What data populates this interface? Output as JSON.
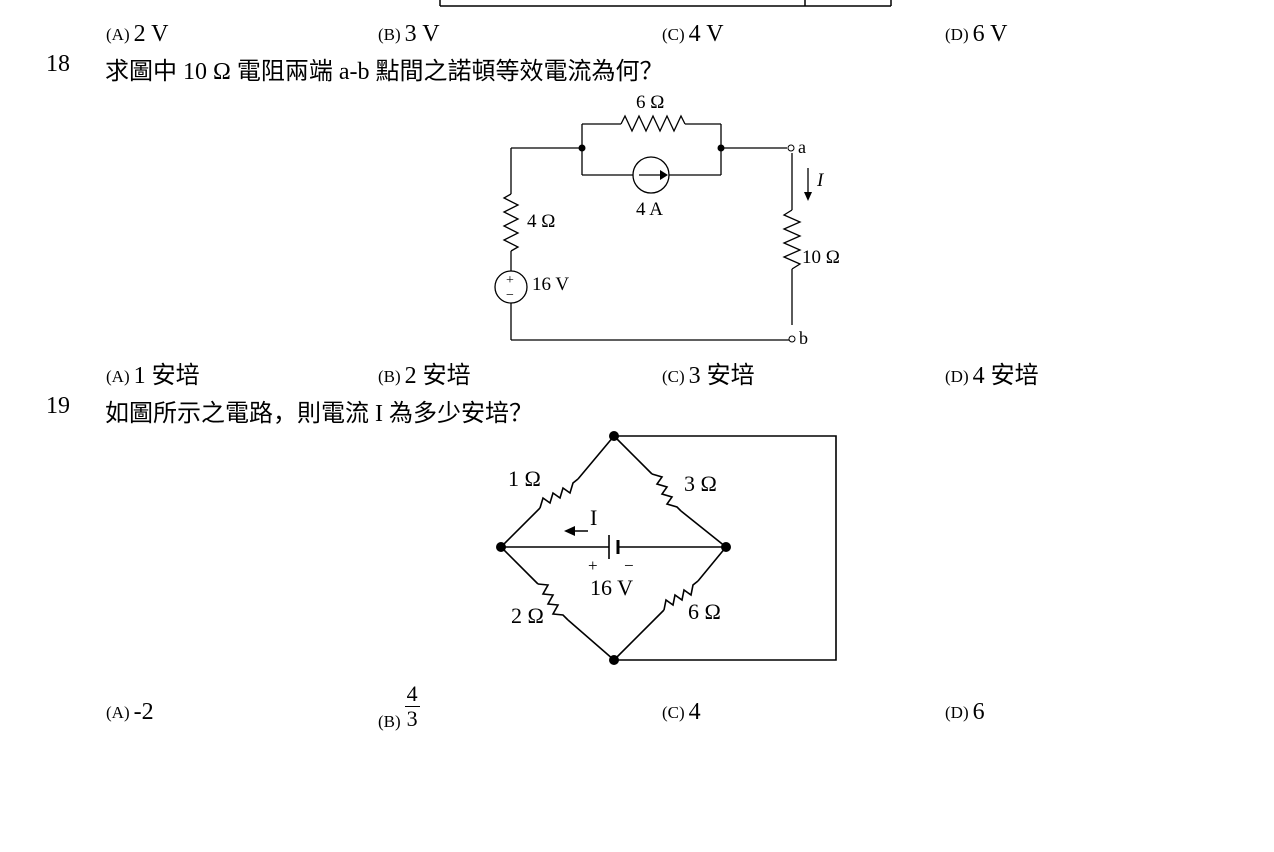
{
  "q17_options": [
    {
      "label": "(A)",
      "value": "2 V"
    },
    {
      "label": "(B)",
      "value": "3 V"
    },
    {
      "label": "(C)",
      "value": "4 V"
    },
    {
      "label": "(D)",
      "value": "6 V"
    }
  ],
  "q18": {
    "number": "18",
    "text": "求圖中 10 Ω 電阻兩端 a-b 點間之諾頓等效電流為何？",
    "circuit": {
      "r_top": "6 Ω",
      "current_source": "4 A",
      "r_left": "4 Ω",
      "voltage_source": "16 V",
      "r_load": "10 Ω",
      "node_a": "a",
      "node_b": "b",
      "current_label": "I",
      "plus": "+",
      "minus": "−"
    },
    "options": [
      {
        "label": "(A)",
        "value": "1 安培"
      },
      {
        "label": "(B)",
        "value": "2 安培"
      },
      {
        "label": "(C)",
        "value": "3 安培"
      },
      {
        "label": "(D)",
        "value": "4 安培"
      }
    ]
  },
  "q19": {
    "number": "19",
    "text": "如圖所示之電路，則電流 I 為多少安培？",
    "circuit": {
      "r1": "1 Ω",
      "r2": "3 Ω",
      "r3": "2 Ω",
      "r4": "6 Ω",
      "battery": "16 V",
      "current_label": "I",
      "plus": "+",
      "minus": "−"
    },
    "options": [
      {
        "label": "(A)",
        "value": "-2"
      },
      {
        "label": "(B)",
        "numerator": "4",
        "denominator": "3"
      },
      {
        "label": "(C)",
        "value": "4"
      },
      {
        "label": "(D)",
        "value": "6"
      }
    ]
  }
}
